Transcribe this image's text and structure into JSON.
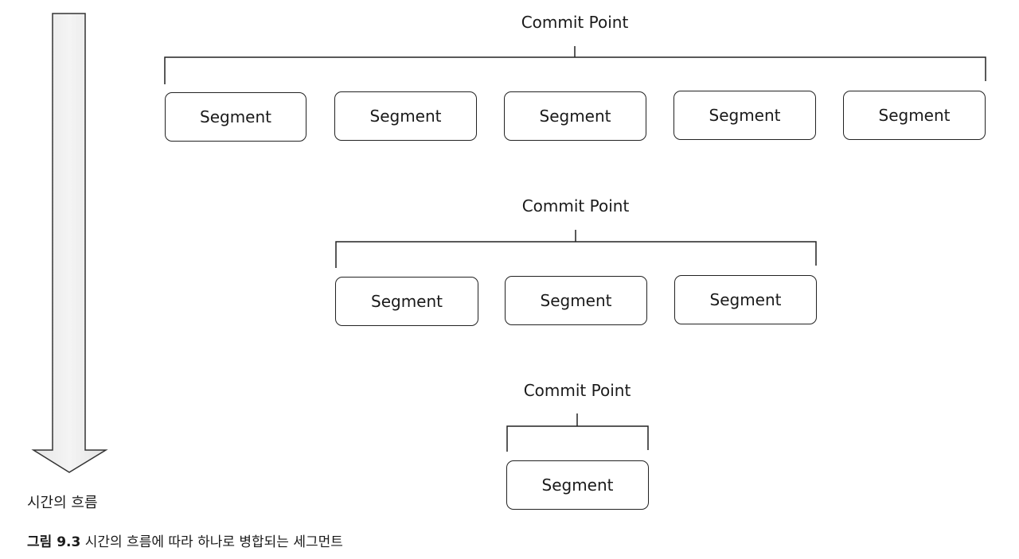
{
  "groups": [
    {
      "commit_label": "Commit Point",
      "segments": [
        "Segment",
        "Segment",
        "Segment",
        "Segment",
        "Segment"
      ]
    },
    {
      "commit_label": "Commit Point",
      "segments": [
        "Segment",
        "Segment",
        "Segment"
      ]
    },
    {
      "commit_label": "Commit Point",
      "segments": [
        "Segment"
      ]
    }
  ],
  "time_flow_label": "시간의 흐름",
  "caption": {
    "figure_number": "그림 9.3",
    "text": "시간의 흐름에 따라 하나로 병합되는 세그먼트"
  }
}
